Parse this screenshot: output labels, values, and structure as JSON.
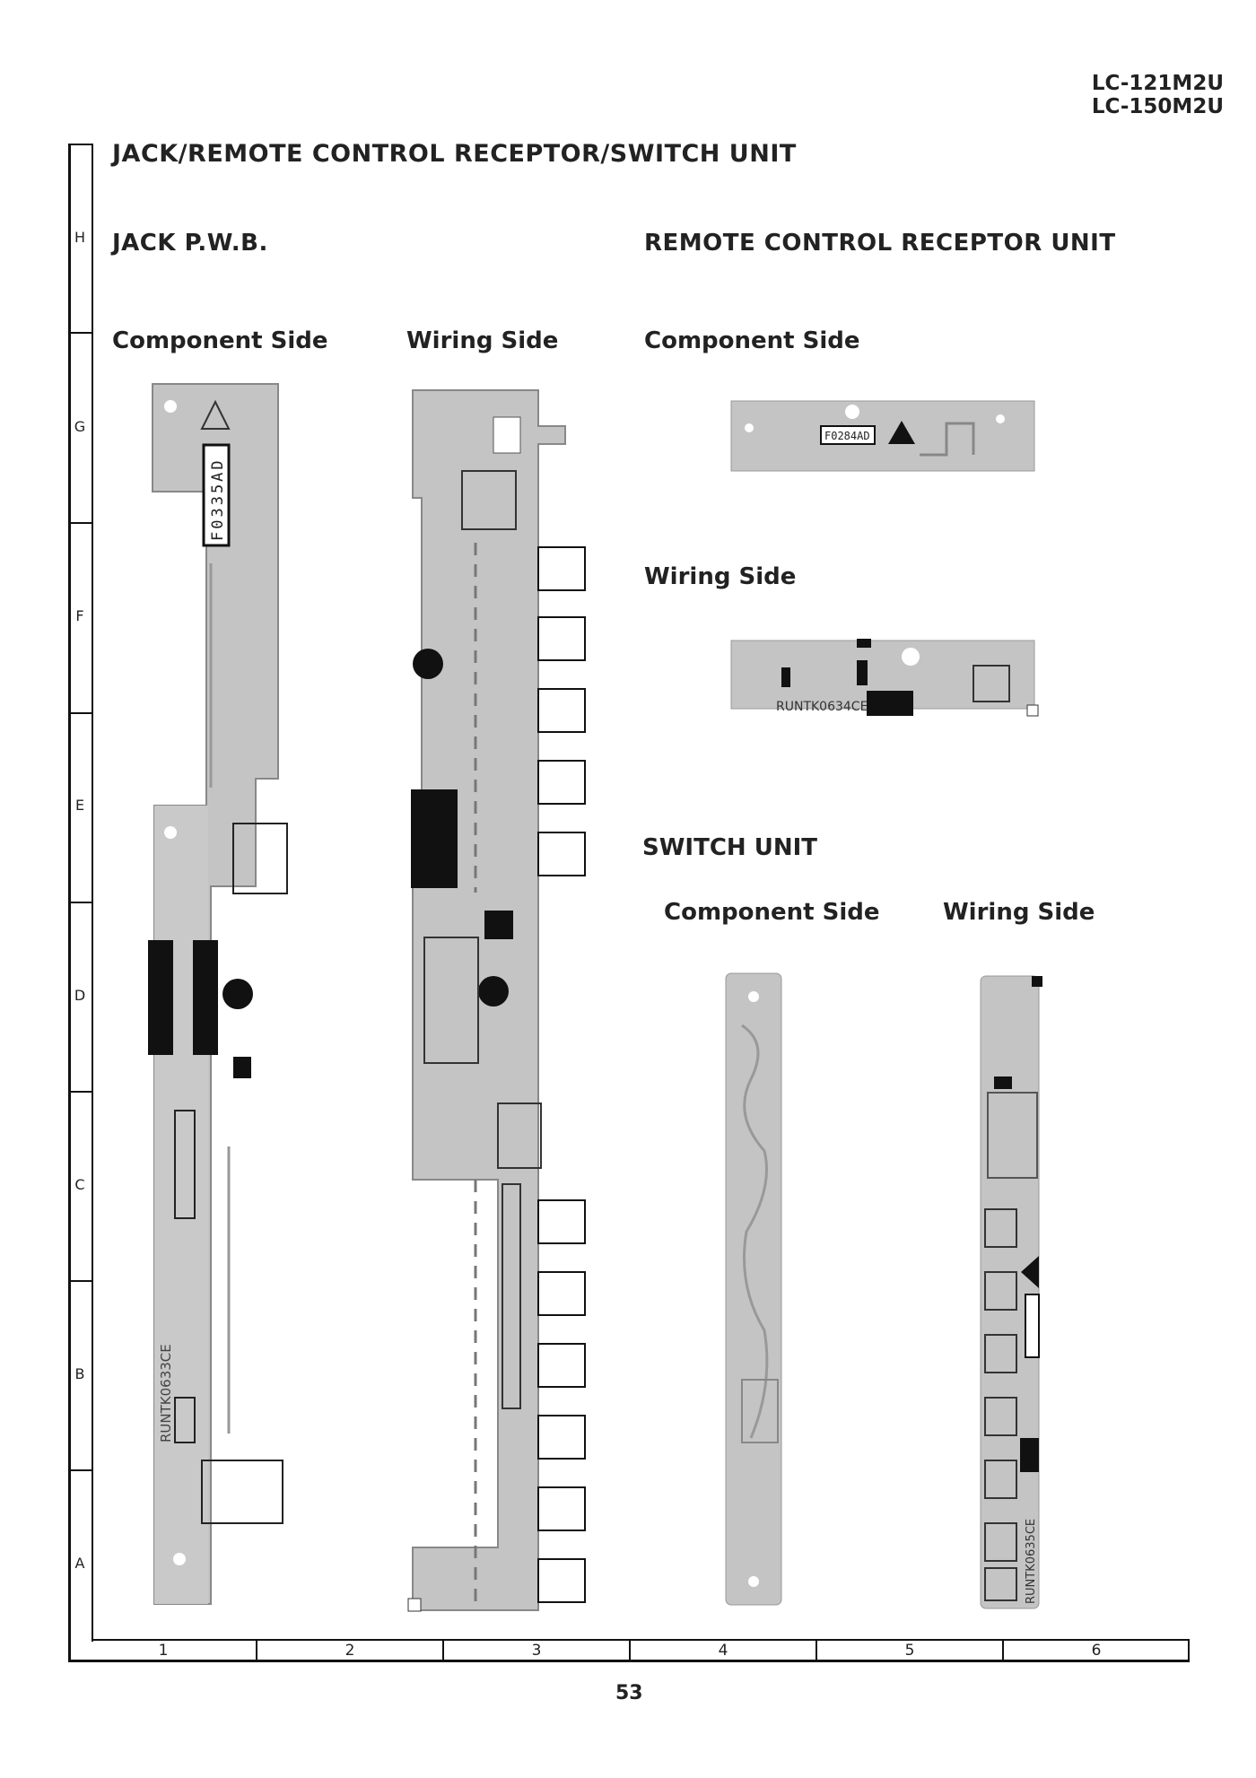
{
  "header": {
    "models": [
      "LC-121M2U",
      "LC-150M2U"
    ]
  },
  "title": "JACK/REMOTE CONTROL RECEPTOR/SWITCH UNIT",
  "sections": {
    "jack": {
      "title": "JACK P.W.B.",
      "component": "Component Side",
      "wiring": "Wiring Side"
    },
    "remote": {
      "title": "REMOTE CONTROL RECEPTOR UNIT",
      "component": "Component Side",
      "wiring": "Wiring Side"
    },
    "switch": {
      "title": "SWITCH UNIT",
      "component": "Component Side",
      "wiring": "Wiring Side"
    }
  },
  "grid": {
    "rows": [
      "H",
      "G",
      "F",
      "E",
      "D",
      "C",
      "B",
      "A"
    ],
    "columns": [
      "1",
      "2",
      "3",
      "4",
      "5",
      "6"
    ]
  },
  "board_labels": {
    "jack_component_part": "F0335AD",
    "jack_component_code": "RUNTK0633CE",
    "remote_component_part": "F0284AD",
    "remote_wiring_code": "RUNTK0634CE",
    "switch_wiring_code": "RUNTK0635CE"
  },
  "page_number": "53"
}
